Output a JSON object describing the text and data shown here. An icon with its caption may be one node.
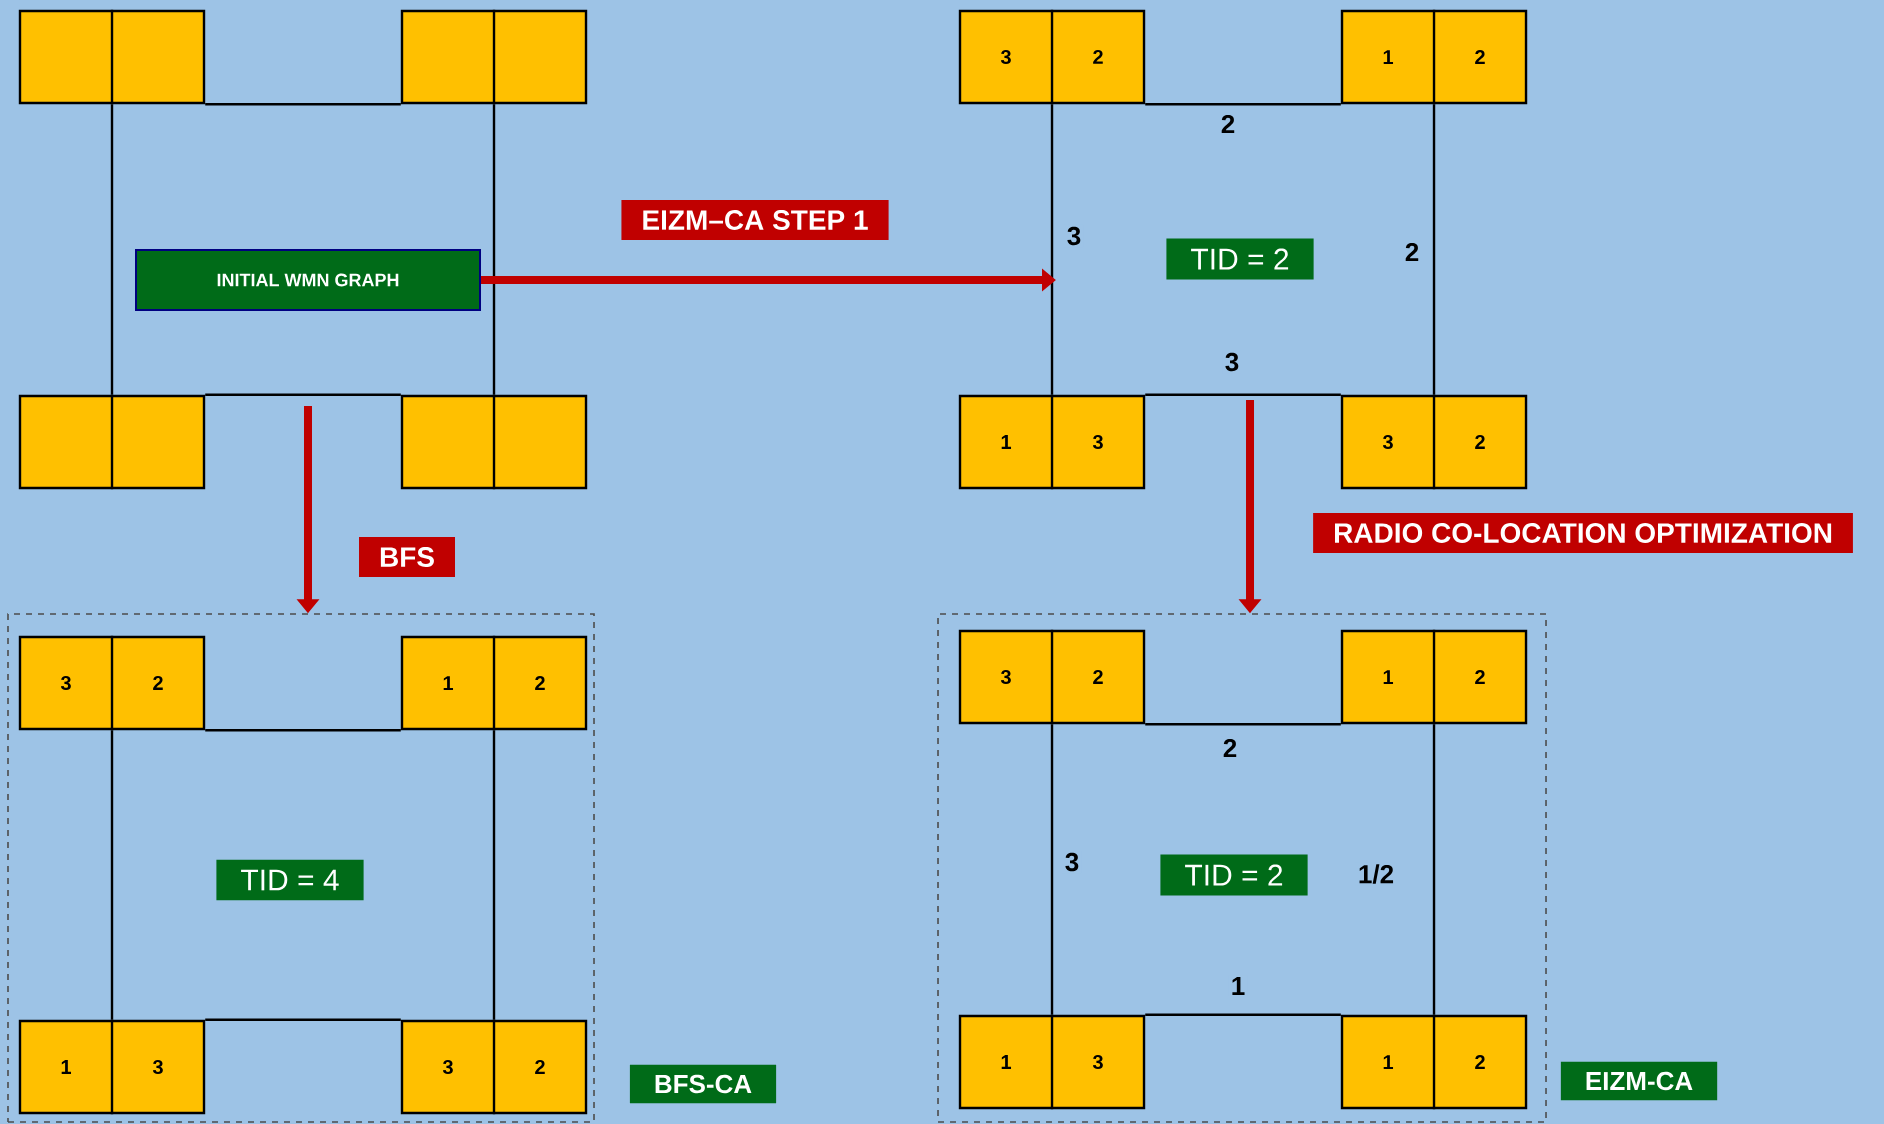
{
  "diagram": {
    "nodes": [
      {
        "text": [],
        "shape": "box"
      },
      {
        "text": [],
        "shape": "box"
      },
      {
        "text": [],
        "shape": "box"
      },
      {
        "text": [],
        "shape": "box"
      },
      {
        "text": [
          "INITIAL WMN GRAPH"
        ]
      },
      {
        "text": [
          "3",
          "2"
        ]
      },
      {
        "text": [
          "1",
          "2"
        ]
      },
      {
        "text": [
          "1",
          "3"
        ]
      },
      {
        "text": [
          "3",
          "2"
        ]
      },
      {
        "text": [
          "TID = 2"
        ]
      },
      {
        "text": [],
        "shape": "box"
      },
      {
        "text": [
          "3",
          "2"
        ],
        "in": 10
      },
      {
        "text": [
          "1",
          "2"
        ],
        "in": 10
      },
      {
        "text": [
          "1",
          "3"
        ],
        "in": 10
      },
      {
        "text": [
          "3",
          "2"
        ],
        "in": 10
      },
      {
        "text": [
          "TID = 4"
        ],
        "in": 10
      },
      {
        "text": [
          "BFS-CA"
        ]
      },
      {
        "text": [],
        "shape": "box"
      },
      {
        "text": [
          "3",
          "2"
        ],
        "in": 17
      },
      {
        "text": [
          "1",
          "2"
        ],
        "in": 17
      },
      {
        "text": [
          "1",
          "3"
        ],
        "in": 17
      },
      {
        "text": [
          "1",
          "2"
        ],
        "in": 17
      },
      {
        "text": [
          "TID = 2"
        ],
        "in": 17
      },
      {
        "text": [
          "EIZM-CA"
        ]
      }
    ],
    "edges": [
      {
        "from": 0,
        "to": 1,
        "arrow": "none"
      },
      {
        "from": 0,
        "to": 2,
        "arrow": "none"
      },
      {
        "from": 1,
        "to": 3,
        "arrow": "none"
      },
      {
        "from": 2,
        "to": 3,
        "arrow": "none"
      },
      {
        "from": 5,
        "to": 6,
        "arrow": "none",
        "label": "2"
      },
      {
        "from": 5,
        "to": 7,
        "arrow": "none",
        "label": "3"
      },
      {
        "from": 6,
        "to": 8,
        "arrow": "none",
        "label": "2"
      },
      {
        "from": 7,
        "to": 8,
        "arrow": "none",
        "label": "3"
      },
      {
        "from": 11,
        "to": 12,
        "arrow": "none"
      },
      {
        "from": 11,
        "to": 13,
        "arrow": "none"
      },
      {
        "from": 12,
        "to": 14,
        "arrow": "none"
      },
      {
        "from": 13,
        "to": 14,
        "arrow": "none"
      },
      {
        "from": 18,
        "to": 19,
        "arrow": "none",
        "label": "2"
      },
      {
        "from": 18,
        "to": 20,
        "arrow": "none",
        "label": "3"
      },
      {
        "from": 19,
        "to": 21,
        "arrow": "none",
        "label": "1/2"
      },
      {
        "from": 20,
        "to": 21,
        "arrow": "none",
        "label": "1"
      },
      {
        "from": 4,
        "to": null,
        "arrow": "to",
        "label": "EIZM–CA STEP 1",
        "style": "thick",
        "color": "#c00000"
      },
      {
        "from": null,
        "to": 10,
        "arrow": "to",
        "label": "BFS",
        "style": "thick",
        "color": "#c00000"
      },
      {
        "from": null,
        "to": 17,
        "arrow": "to",
        "label": "RADIO CO-LOCATION OPTIMIZATION",
        "style": "thick",
        "color": "#c00000"
      }
    ]
  }
}
